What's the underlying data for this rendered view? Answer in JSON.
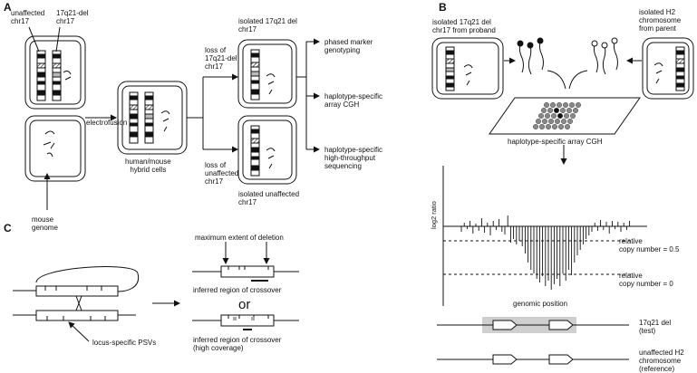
{
  "panels": {
    "a": "A",
    "b": "B",
    "c": "C"
  },
  "panel_a": {
    "unaffected_chr17": "unaffected\nchr17",
    "del_chr17": "17q21-del\nchr17",
    "electrofusion": "electrofusion",
    "mouse_genome": "mouse\ngenome",
    "hybrid_cells": "human/mouse\nhybrid cells",
    "loss_del": "loss of\n17q21-del\nchr17",
    "loss_unaffected": "loss of\nunaffected\nchr17",
    "isolated_del": "isolated 17q21 del\nchr17",
    "isolated_unaffected": "isolated unaffected\nchr17",
    "out_genotyping": "phased marker\ngenotyping",
    "out_cgh": "haplotype-specific\narray CGH",
    "out_seq": "haplotype-specific\nhigh-throughput\nsequencing"
  },
  "panel_b": {
    "isolated_del_proband": "isolated 17q21 del\nchr17 from proband",
    "isolated_h2_parent": "isolated H2\nchromosome\nfrom parent",
    "array_cgh": "haplotype-specific array CGH",
    "ylabel": "log2 ratio",
    "rel_cn_05": "relative\ncopy number = 0.5",
    "rel_cn_0": "relative\ncopy number = 0",
    "xlabel": "genomic position",
    "test_label": "17q21 del\n(test)",
    "ref_label": "unaffected H2\nchromosome\n(reference)"
  },
  "panel_c": {
    "max_extent": "maximum extent of deletion",
    "crossover1": "inferred region of crossover",
    "or": "or",
    "crossover2": "inferred region of crossover\n(high coverage)",
    "psvs": "locus-specific PSVs"
  }
}
